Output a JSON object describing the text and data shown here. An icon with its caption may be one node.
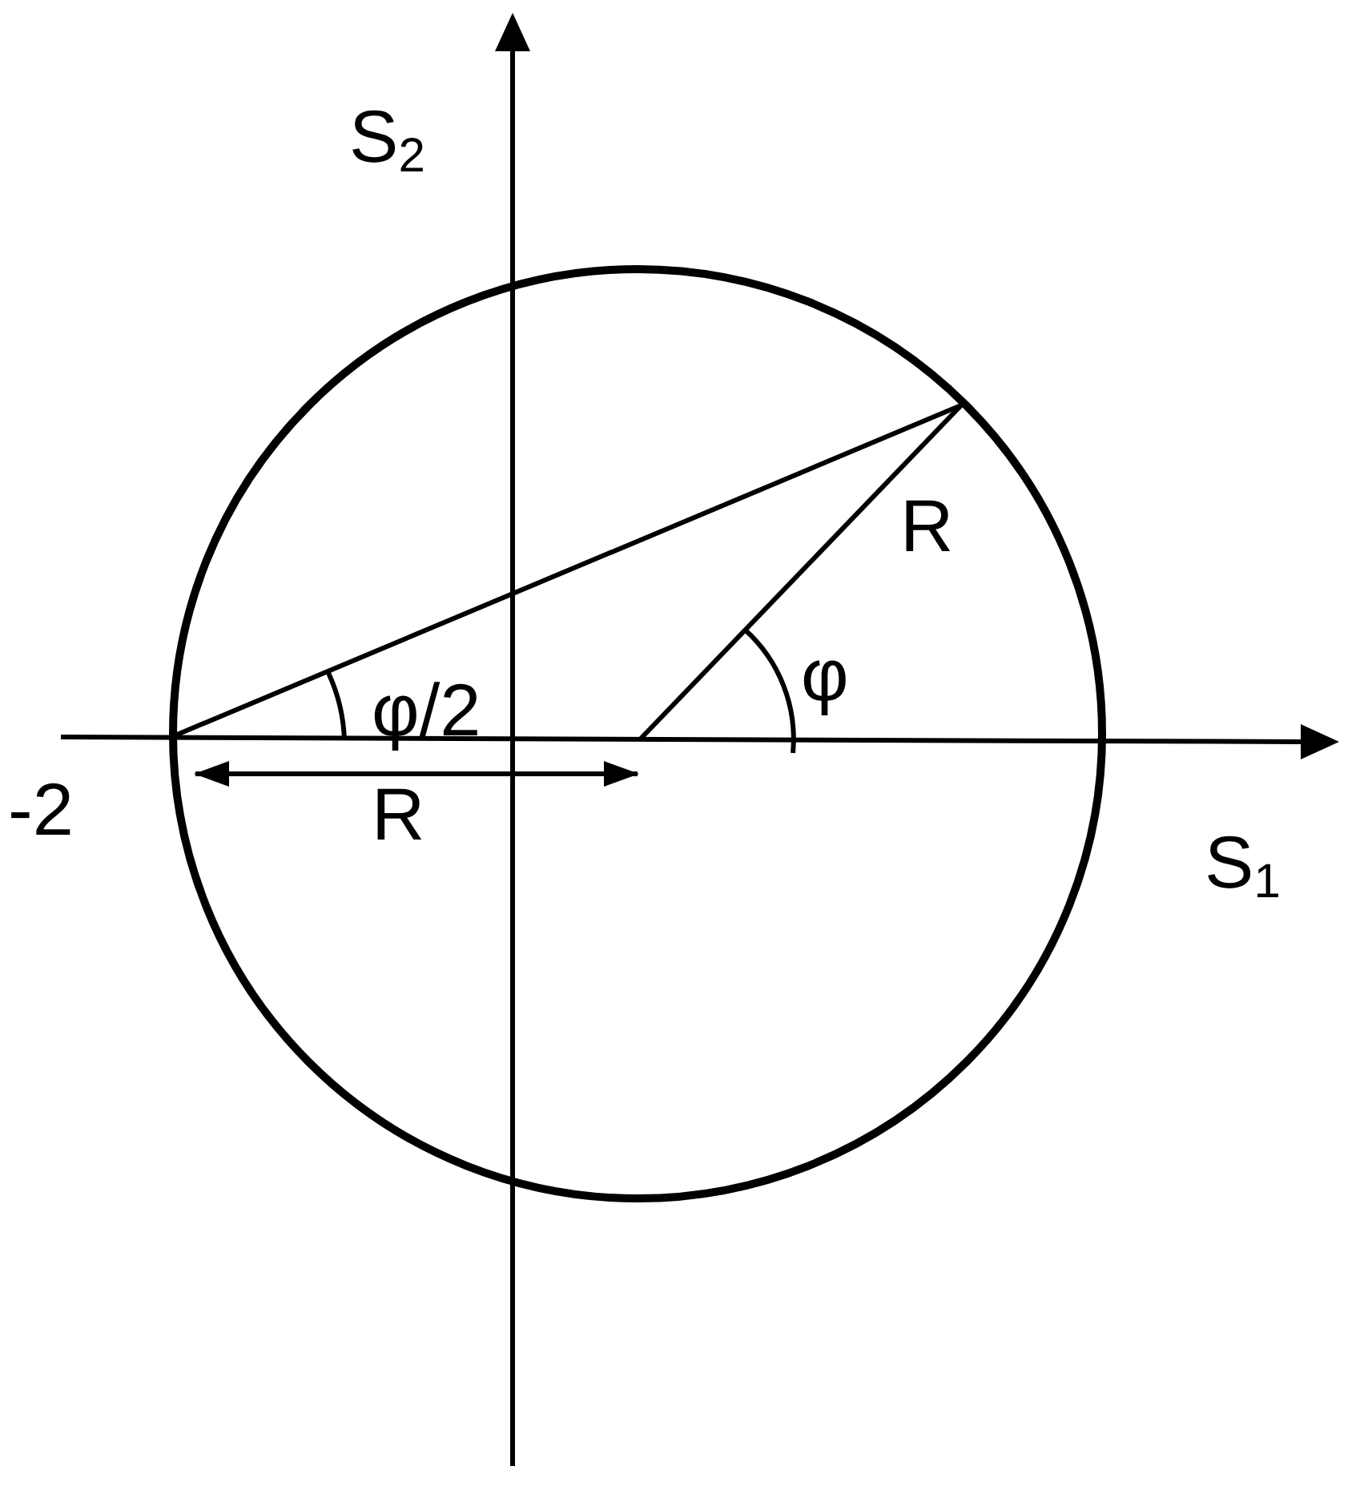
{
  "diagram": {
    "labels": [
      "S$_{2}$",
      "R",
      "φ/2",
      "φ",
      "-2",
      "R",
      "S$_{1}$"
    ]
  }
}
